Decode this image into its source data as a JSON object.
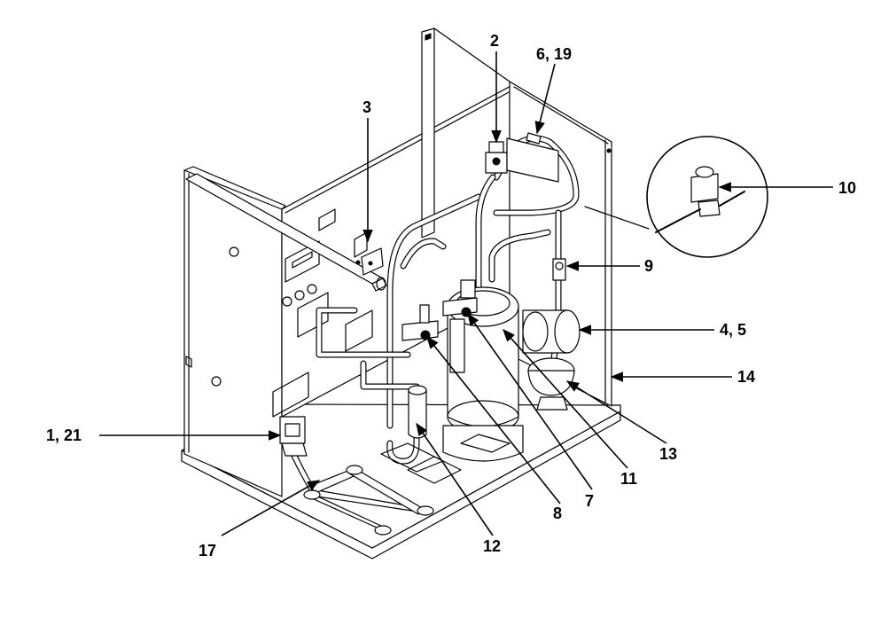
{
  "callouts": [
    {
      "id": "c2",
      "label": "2"
    },
    {
      "id": "c6-19",
      "label": "6, 19"
    },
    {
      "id": "c3",
      "label": "3"
    },
    {
      "id": "c10",
      "label": "10"
    },
    {
      "id": "c9",
      "label": "9"
    },
    {
      "id": "c4-5",
      "label": "4, 5"
    },
    {
      "id": "c14",
      "label": "14"
    },
    {
      "id": "c13",
      "label": "13"
    },
    {
      "id": "c11",
      "label": "11"
    },
    {
      "id": "c7",
      "label": "7"
    },
    {
      "id": "c8",
      "label": "8"
    },
    {
      "id": "c12",
      "label": "12"
    },
    {
      "id": "c17",
      "label": "17"
    },
    {
      "id": "c1-21",
      "label": "1, 21"
    }
  ]
}
